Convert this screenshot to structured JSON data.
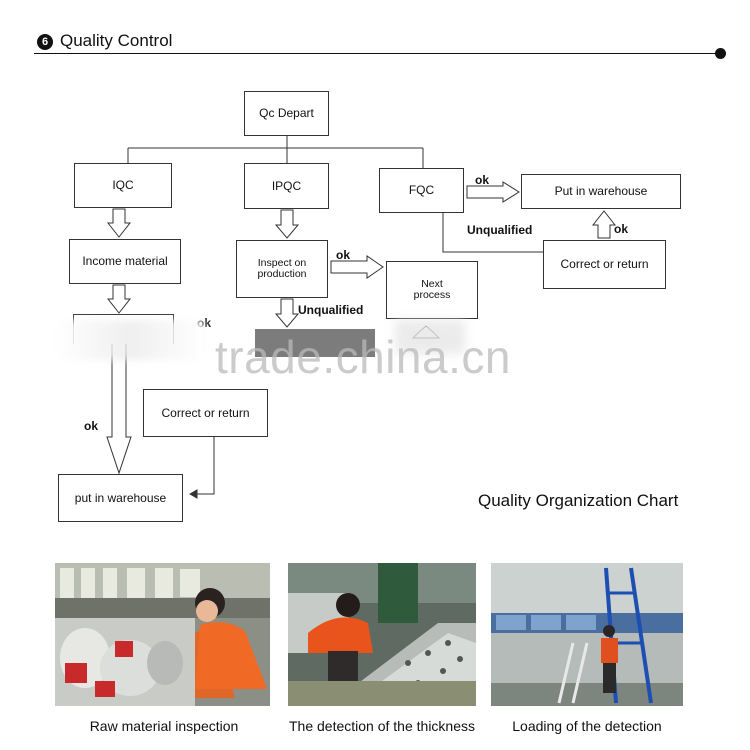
{
  "section": {
    "number": "6",
    "title": "Quality Control"
  },
  "flow": {
    "qc_depart": "Qc  Depart",
    "iqc": "IQC",
    "ipqc": "IPQC",
    "fqc": "FQC",
    "put_in_warehouse_top": "Put  in  warehouse",
    "income_material": "Income  material",
    "inspect_on_production": "Inspect  on production",
    "next_process": "Next process",
    "correct_or_return_right": "Correct  or  return",
    "correct_or_return_left": "Correct  or  return",
    "put_in_warehouse_bottom": "put  in  warehouse",
    "labels": {
      "ok_fqc": "ok",
      "unqualified_fqc": "Unqualified",
      "ok_correct": "ok",
      "ok_ipqc": "ok",
      "unqualified_ipqc": "Unqualified",
      "ok_iqc_right": "ok",
      "ok_iqc_down": "ok"
    }
  },
  "watermark": "trade.china.cn",
  "chart_caption": "Quality Organization Chart",
  "photos": [
    {
      "caption": "Raw material inspection"
    },
    {
      "caption": "The detection of the thickness"
    },
    {
      "caption": "Loading of the detection"
    }
  ]
}
